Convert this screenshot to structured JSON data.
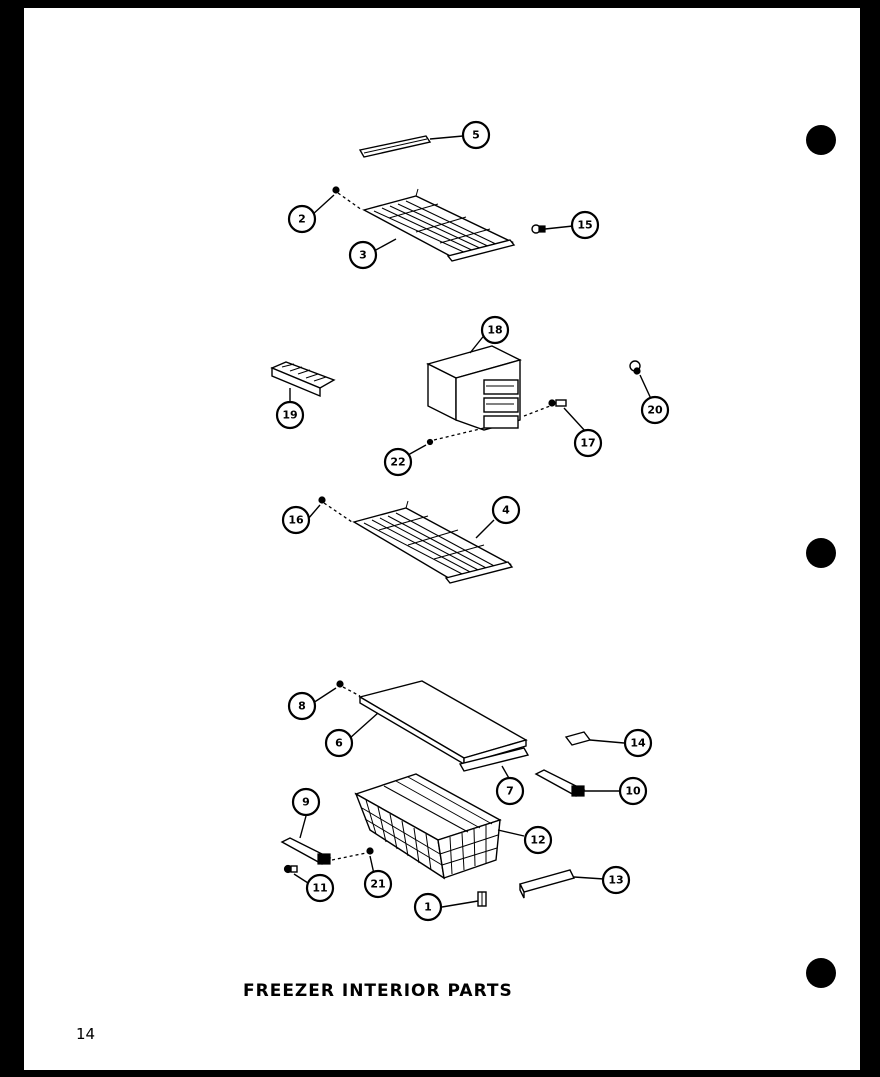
{
  "page": {
    "title": "FREEZER INTERIOR PARTS",
    "page_number": "14"
  },
  "callouts": [
    "5",
    "2",
    "15",
    "3",
    "18",
    "19",
    "20",
    "22",
    "17",
    "16",
    "4",
    "8",
    "6",
    "14",
    "7",
    "10",
    "9",
    "12",
    "11",
    "21",
    "13",
    "1"
  ]
}
